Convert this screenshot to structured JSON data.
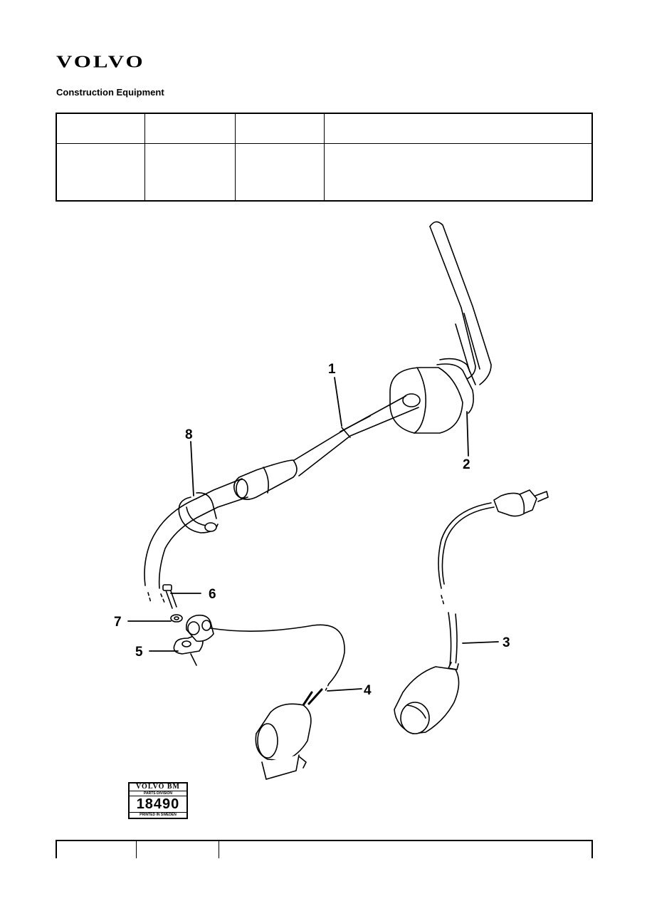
{
  "header": {
    "brand": "VOLVO",
    "division": "Construction Equipment"
  },
  "diagram": {
    "callouts": [
      "1",
      "2",
      "3",
      "4",
      "5",
      "6",
      "7",
      "8"
    ]
  },
  "stamp": {
    "brand": "VOLVO BM",
    "division": "PARTS DIVISION",
    "number": "18490",
    "printed": "PRINTED IN SWEDEN"
  }
}
